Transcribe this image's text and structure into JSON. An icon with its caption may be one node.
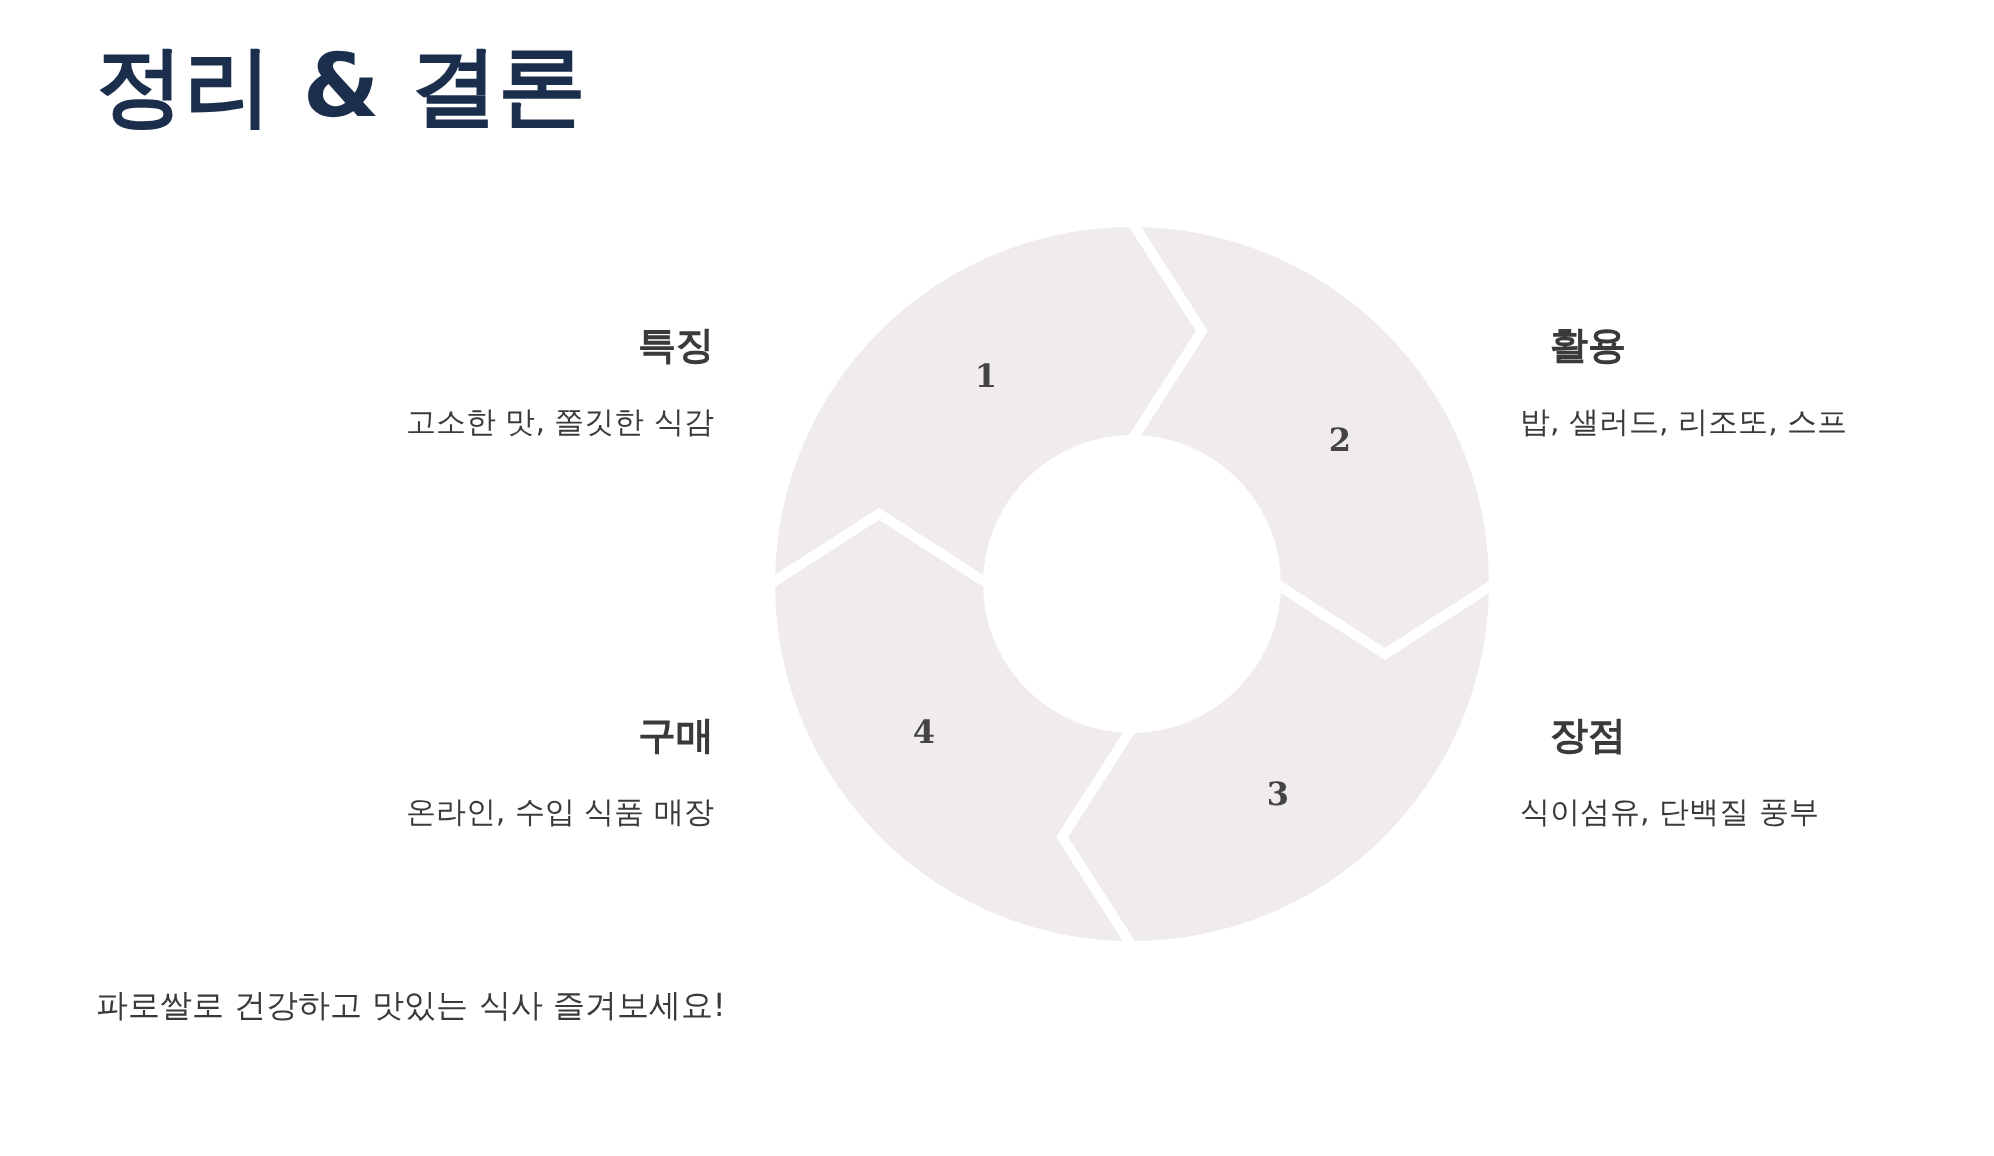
{
  "diagram": {
    "title": "정리 & 결론",
    "nodes": [
      {
        "text": [
          "1"
        ]
      },
      {
        "text": [
          "2"
        ]
      },
      {
        "text": [
          "3"
        ]
      },
      {
        "text": [
          "4"
        ]
      }
    ],
    "labels": [
      "특징",
      "고소한 맛, 쫄깃한 식감",
      "활용",
      "밥, 샐러드, 리조또, 스프",
      "구매",
      "온라인, 수입 식품 매장",
      "장점",
      "식이섬유, 단백질 풍부"
    ],
    "caption": "파로쌀로 건강하고 맛있는 식사 즐겨보세요!"
  }
}
